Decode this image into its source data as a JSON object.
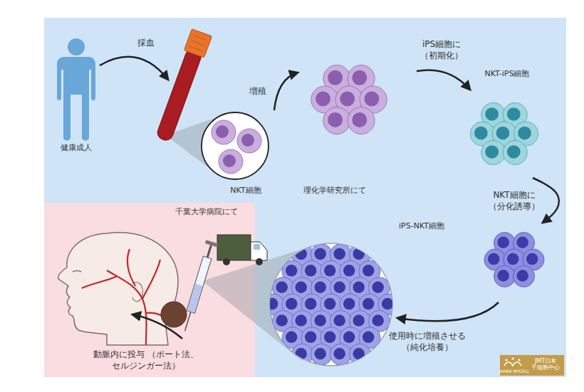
{
  "diagram": {
    "nodes": [
      {
        "text": [
          "理化学研究所にて"
        ]
      },
      {
        "text": [
          "健康成人"
        ],
        "in": 0
      },
      {
        "text": [
          "NKT細胞"
        ],
        "in": 0
      },
      {
        "text": [
          "NKT-iPS細胞"
        ],
        "in": 0
      },
      {
        "text": [
          "iPS-NKT細胞"
        ],
        "in": 0
      },
      {
        "text": [
          "千葉大学病院にて"
        ]
      }
    ],
    "edges": [
      {
        "from": 3,
        "to": 4,
        "arrow": "to",
        "label": "NKT細胞に （分化誘導）"
      }
    ],
    "labels": [
      "採血",
      "増殖",
      "iPS細胞に （初期化）",
      "使用時に増殖させる （純化培養）",
      "動脈内に投与 （ポート法、セルジンガー法）",
      "JMT日本 千细胞中心",
      "JAPAN MYCELL"
    ]
  }
}
